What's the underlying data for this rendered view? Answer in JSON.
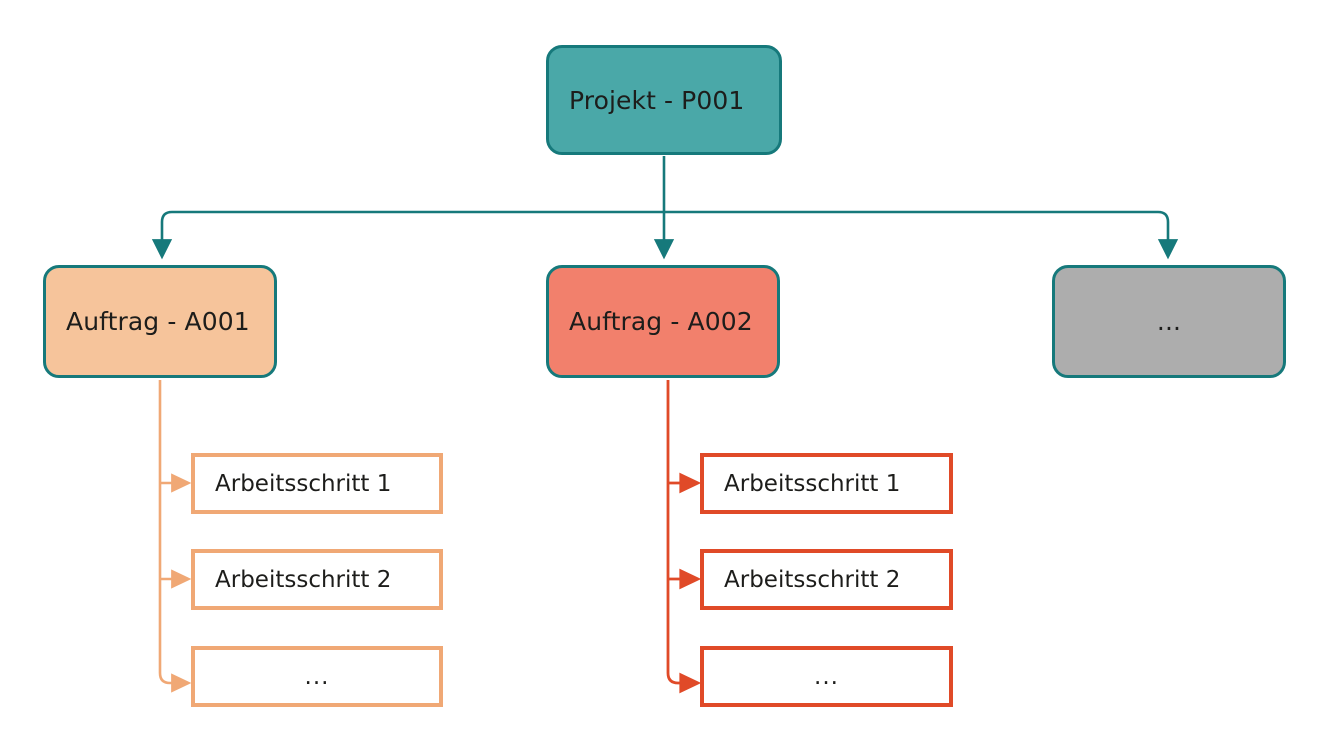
{
  "diagram": {
    "title_text": "",
    "colors": {
      "teal_border": "#16797b",
      "teal_fill": "#4aa8a8",
      "peach_fill": "#f6c49b",
      "salmon_fill": "#f2806c",
      "gray_fill": "#adadad",
      "light_orange_border": "#f0a875",
      "red_orange_border": "#e04a28",
      "white_fill": "#ffffff",
      "text": "#1d1d1b"
    },
    "root": {
      "label": "Projekt - P001"
    },
    "level2": [
      {
        "label": "Auftrag - A001",
        "fill": "#f6c49b",
        "is_ellipsis": false
      },
      {
        "label": "Auftrag - A002",
        "fill": "#f2806c",
        "is_ellipsis": false
      },
      {
        "label": "...",
        "fill": "#adadad",
        "is_ellipsis": true
      }
    ],
    "branch_a": {
      "accent": "#f0a875",
      "steps": [
        {
          "label": "Arbeitsschritt 1",
          "is_ellipsis": false
        },
        {
          "label": "Arbeitsschritt 2",
          "is_ellipsis": false
        },
        {
          "label": "...",
          "is_ellipsis": true
        }
      ]
    },
    "branch_b": {
      "accent": "#e04a28",
      "steps": [
        {
          "label": "Arbeitsschritt 1",
          "is_ellipsis": false
        },
        {
          "label": "Arbeitsschritt 2",
          "is_ellipsis": false
        },
        {
          "label": "...",
          "is_ellipsis": true
        }
      ]
    }
  }
}
